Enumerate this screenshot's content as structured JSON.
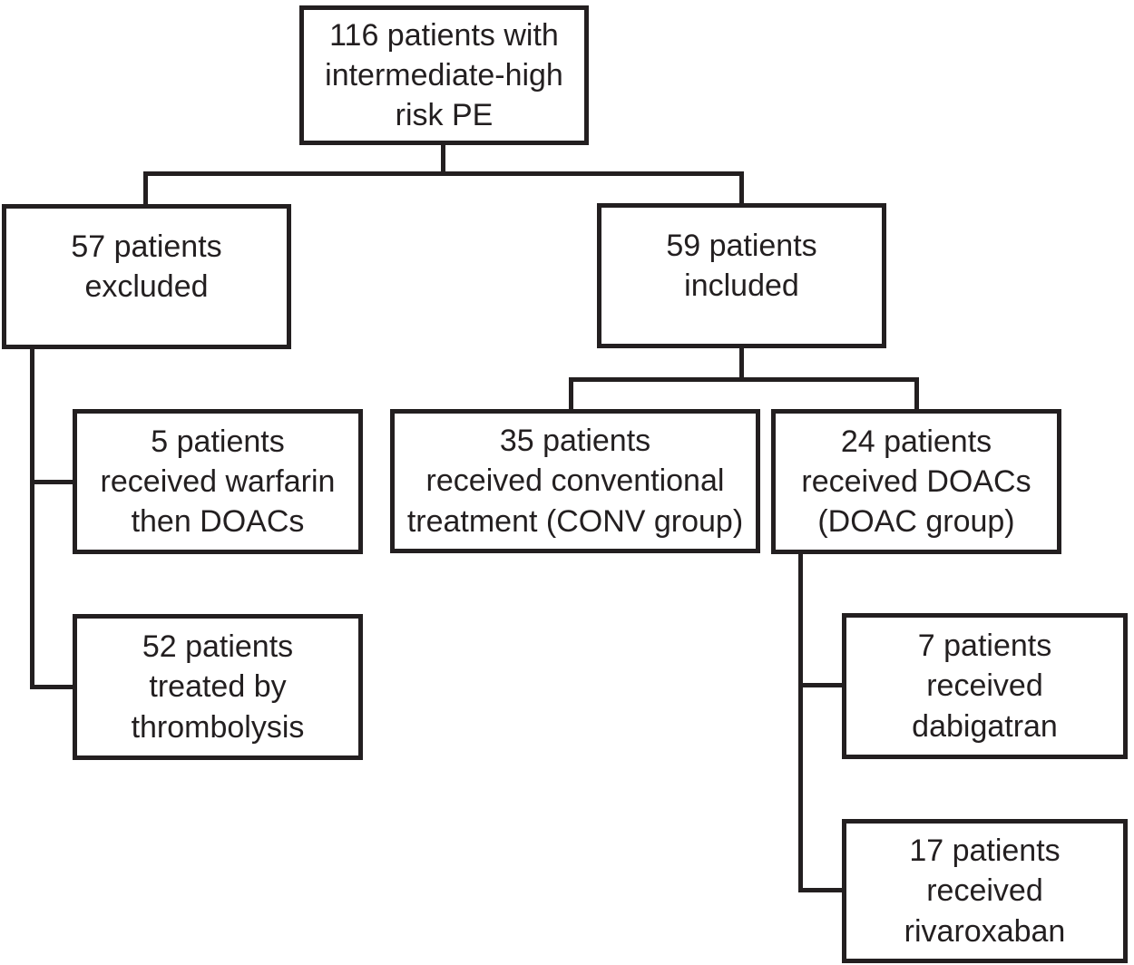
{
  "figure": {
    "type": "patient-flow-diagram",
    "background_color": "#ffffff",
    "line_color": "#231f20",
    "nodes": {
      "total": "116 patients with\nintermediate-high\nrisk PE",
      "excluded": "57 patients\nexcluded",
      "included": "59 patients\nincluded",
      "warfarin": "5 patients\nreceived warfarin\nthen DOACs",
      "conv": "35 patients\nreceived conventional\ntreatment (CONV group)",
      "doac": "24 patients\nreceived DOACs\n(DOAC group)",
      "thrombolysis": "52 patients\ntreated by\nthrombolysis",
      "dabigatran": "7 patients\nreceived\ndabigatran",
      "rivaroxaban": "17 patients\nreceived\nrivaroxaban"
    }
  }
}
